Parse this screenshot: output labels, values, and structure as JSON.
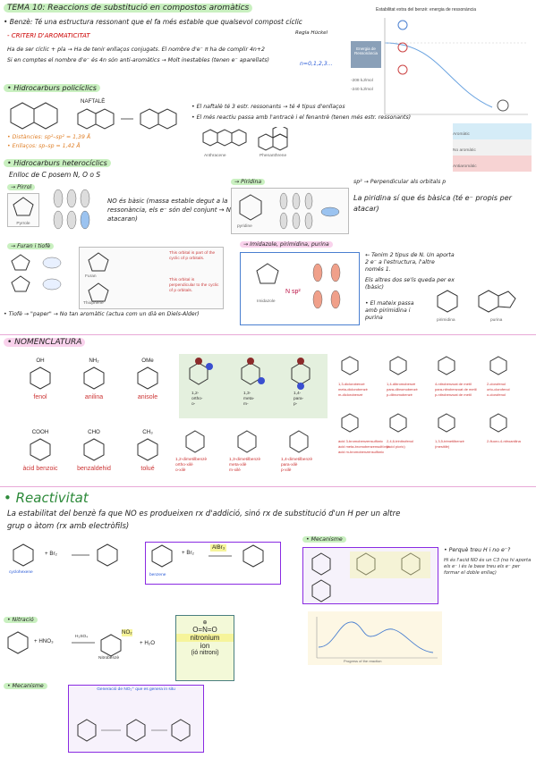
{
  "section1": {
    "title": "TEMA 10: Reaccions de substitució en compostos aromàtics",
    "benzene_line": "• Benzè: Té una estructura ressonant que el fa més estable que qualsevol compost cíclic",
    "criteri": "- CRITERI D'AROMATICITAT",
    "criteri_side": "Regla Hückel",
    "rule_line1": "Ha de ser cíclic + pla → Ha de tenir enllaços conjugats. El nombre d'e⁻ π ha de complir 4n+2",
    "rule_line2": "Si en comptes el nombre d'e⁻ és 4n són anti-aromàtics → Molt inestables (tenen e⁻ aparellats)",
    "n_values": "n=0,1,2,3…",
    "hidrocarburs_pol": "• Hidrocarburs policíclics",
    "naftale_label": "NAFTALÈ",
    "naftale_note1": "• El naftalè té 3 estr. ressonants → té 4 tipus d'enllaços",
    "naftale_note2": "• El més reactiu passa amb l'antracè i el fenantrè (tenen més estr. ressonants)",
    "anthracene": "Anthracene",
    "phenanthrene": "Phenanthrene",
    "dist_note1": "• Distàncies: sp²–sp² = 1,39 Å",
    "dist_note2": "• Enllaços: sp–sp = 1,42 Å",
    "hetero": "• Hidrocarburs heterocíclics",
    "enlloc": "Enlloc de C posem N, O o S",
    "pirrol": "→ Pirrol",
    "pirrol_label": "Pyrrole",
    "pirrol_note": "NO és bàsic (massa estable degut a la ressonància, els e⁻ són del conjunt → No atacaran)",
    "piridina": "→ Piridina",
    "piridina_label": "pyridine",
    "piridina_sp2": "sp² → Perpendicular als orbitals p",
    "piridina_note": "La piridina sí que és bàsica (té e⁻ propis per atacar)",
    "furan_title": "→ Furan i tiofè",
    "furan": "Furan",
    "thiophene": "Thiophene",
    "furan_orbital1": "This orbital is part of the cyclic of p orbitals.",
    "furan_orbital2": "This orbital is perpendicular to the cyclic of p orbitals.",
    "tiofe_note": "• Tiofè → \"paper\" → No tan aromàtic (actua com un dià en Diels-Alder)",
    "imidazole_title": "→ Imidazole, pirimidina, purina",
    "imidazole": "Imidazole",
    "n_sp2": "N sp²",
    "imid_note1": "← Tenim 2 tipus de N. Un aporta 2 e⁻ a l'estructura, l'altre només 1.",
    "imid_note2": "Els altres dos se'ls queda per ex (bàsic)",
    "imid_note3": "• El mateix passa amb pirimidina i purina",
    "pyrimidine": "pirimidina",
    "purine": "purina",
    "chart_title": "Estabilitat extra del benzè: energia de ressonància",
    "chart_box": "Energia de Ressonància",
    "energy_levels": [
      "-208 kJ/mol",
      "-240 kJ/mol"
    ],
    "table_rows": [
      {
        "label": "Aromàtic"
      },
      {
        "label": "No aromàtic"
      },
      {
        "label": "Antiaromàtic"
      }
    ]
  },
  "nomenclatura": {
    "title": "• NOMENCLATURA",
    "row1": [
      {
        "sub": "OH",
        "name": "fenol"
      },
      {
        "sub": "NH₂",
        "name": "anilina"
      },
      {
        "sub": "OMe",
        "name": "anisole"
      }
    ],
    "row2": [
      {
        "sub": "COOH",
        "name": "àcid benzoic"
      },
      {
        "sub": "CHO",
        "name": "benzaldehid"
      },
      {
        "sub": "CH₃",
        "name": "tolué"
      }
    ],
    "positions": [
      "1,2-\northo-\no-",
      "1,3-\nmeta-\nm-",
      "1,4-\npara-\np-"
    ],
    "right_examples": [
      "1,3-diclorobenzè\nmeta-diclorobenzè\nm-diclorobenzè",
      "1,4-dibromobenzè\npara-dibromobenzè\np-dibromobenzè",
      "4-nitrobenzoat de metil\npara-nitrobenzoat de metil\np-nitrobenzoat de metil",
      "2-clorofenol\norto-clorofenol\no-clorofenol",
      "àcid 3-bromobenzensulfònic\nàcid meta-bromobenzensulfònic\nàcid m-bromobenzensulfònic",
      "2,4,6-trinitrofenol\n(àcid pícric)",
      "1,3,5-trimetilbenzè\n(mesitilè)",
      "2-fluoro-4-nitroanilina"
    ],
    "dimethyl": [
      "1,2-dimetilbenzè\northo-xilè\no-xilè",
      "1,3-dimetilbenzè\nmeta-xilè\nm-xilè",
      "1,4-dimetilbenzè\npara-xilè\np-xilè"
    ]
  },
  "reactivitat": {
    "title": "• Reactivitat",
    "line1": "La estabilitat del benzè fa que NO es produeixen rx d'addició, sinó rx de substitució d'un H per un altre",
    "line2": "grup o àtom (rx amb electròfils)",
    "cyclohexene": "cyclohexene",
    "br2": "+ Br₂",
    "benzene_label": "benzene",
    "albr3": "AlBr₃",
    "mecanisme": "• Mecanisme",
    "mec_note1": "• Perquè treu H i no e⁻?",
    "mec_note2": "Hi és l'acid NO és un C3 (no hi aporta els e⁻ i és la base treu els e⁻ per formar el doble enllaç)",
    "nitracio": "• Nitració",
    "hno3": "+ HNO₃",
    "h2so4": "H₂SO₄",
    "h2o": "+ H₂O",
    "no2": "NO₂",
    "nitrobenzene": "Nitrobenzè",
    "nitronium_formula": "O=N=O",
    "nitronium_charge": "⊕",
    "nitronium1": "nitronium",
    "nitronium2": "ion",
    "nitronium3": "(ió nitroni)",
    "mecanisme2": "• Mecanisme",
    "mech_box_title": "Generació de NO₂⁺ que es genera in situ",
    "progress": "Progress of the reaction"
  },
  "colors": {
    "green_highlight": "#c9f0c0",
    "pink_highlight": "#f9d2ec",
    "yellow_highlight": "#f6f49a",
    "blue_ink": "#2a5bd7",
    "purple_box": "#8a2be2"
  }
}
